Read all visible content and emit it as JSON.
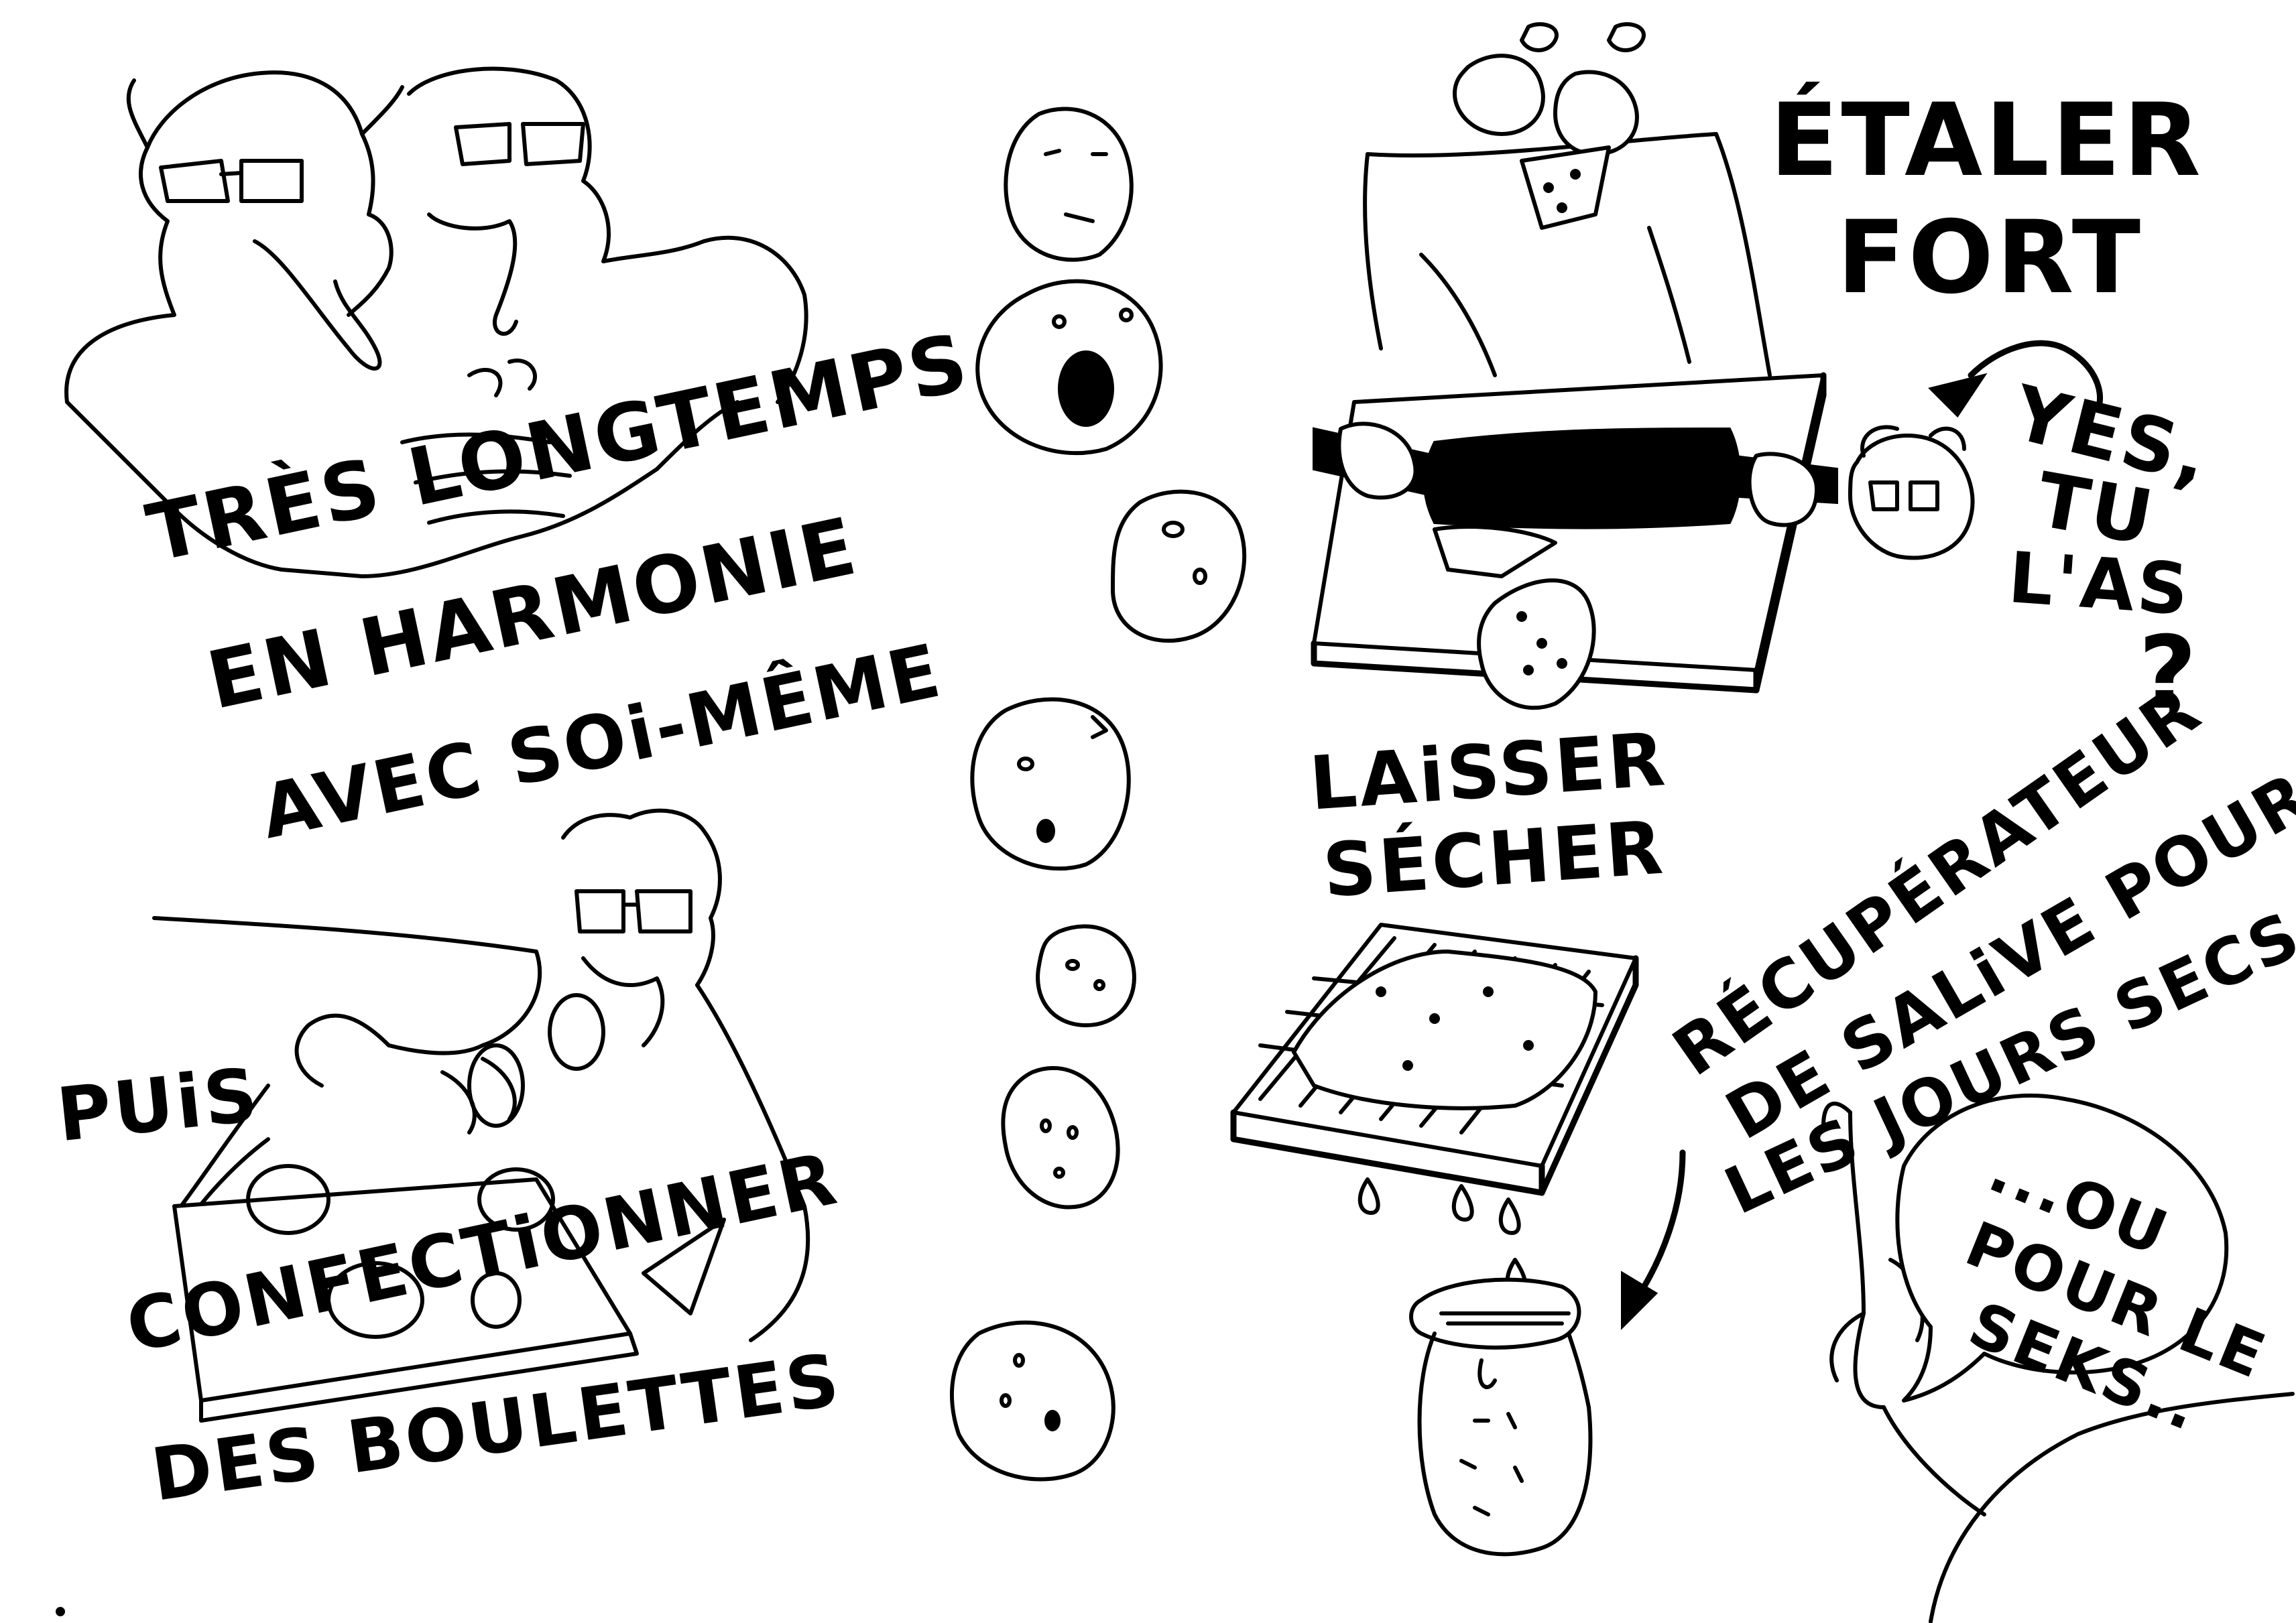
{
  "captions": {
    "longtemps": "TRÈS LONGTEMPS",
    "harmonie": "EN HARMONIE",
    "soi_meme": "AVEC SOi-MÊME",
    "puis": "PUiS",
    "confectionner": "CONFECTiONNER",
    "boulettes": "DES BOULETTES",
    "etaler": "ÉTALER",
    "fort": "FORT",
    "yes": "YES,",
    "tu": "TU",
    "las": "L'AS",
    "question": "?",
    "laisser": "LAiSSER",
    "secher": "SÉCHER",
    "recuperateur": "RÉCUPÉRATEUR",
    "de_salive": "DE SALiVE POUR",
    "jours_secs": "LES JOURS SECS",
    "ou": "...OU",
    "pour_le": "POUR LE",
    "seks": "SEKS.."
  },
  "palette": {
    "ink": "#000000",
    "paper": "#ffffff"
  }
}
